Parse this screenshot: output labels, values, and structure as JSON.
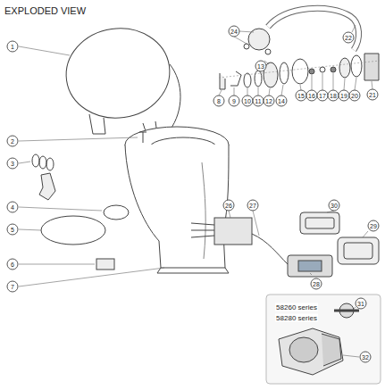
{
  "diagram": {
    "title": "EXPLODED VIEW",
    "labels": [
      "1",
      "2",
      "3",
      "4",
      "5",
      "6",
      "7",
      "8",
      "9",
      "10",
      "11",
      "12",
      "13",
      "14",
      "15",
      "16",
      "17",
      "18",
      "19",
      "20",
      "21",
      "22",
      "24",
      "26",
      "27",
      "28",
      "29",
      "30",
      "58260 series",
      "58280 series",
      "31",
      "32"
    ]
  }
}
